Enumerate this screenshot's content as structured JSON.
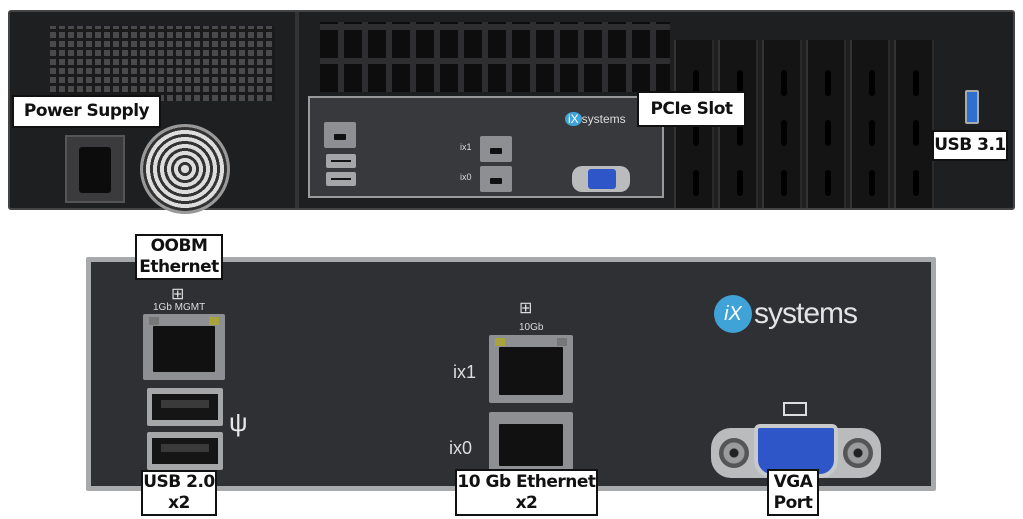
{
  "labels": {
    "power_supply": "Power Supply",
    "pcie_slot": "PCIe Slot",
    "usb31": "USB 3.1",
    "oobm_ethernet": "OOBM\nEthernet",
    "usb20": "USB 2.0\nx2",
    "ten_gb_ethernet": "10 Gb Ethernet\nx2",
    "vga_port": "VGA\nPort"
  },
  "panel": {
    "mgmt_caption": "1Gb MGMT",
    "tengb_caption": "10Gb",
    "ix1": "ix1",
    "ix0": "ix0",
    "brand": "systems",
    "brand_mark": "iX"
  },
  "icons": [
    "network-icon",
    "usb-icon",
    "monitor-icon",
    "power-inlet-icon",
    "fan-icon"
  ],
  "colors": {
    "chassis": "#1e1f21",
    "io_panel": "#2f3034",
    "vga_blue": "#2f56c8",
    "logo_blue": "#3fa3d8"
  }
}
